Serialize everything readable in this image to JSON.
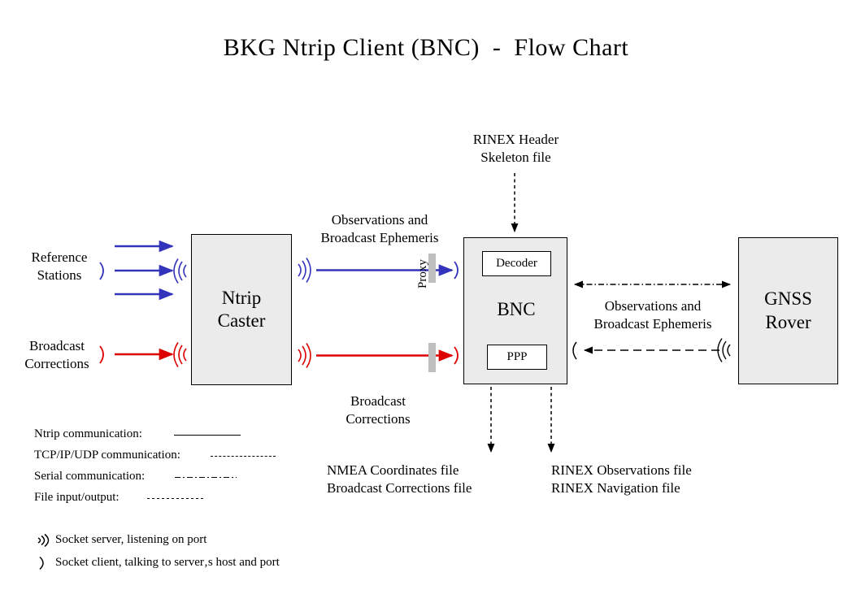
{
  "title": "BKG Ntrip Client (BNC)  -  Flow Chart",
  "nodes": {
    "ntrip_caster": {
      "line1": "Ntrip",
      "line2": "Caster"
    },
    "bnc": {
      "label": "BNC",
      "decoder": "Decoder",
      "ppp": "PPP"
    },
    "gnss_rover": {
      "line1": "GNSS",
      "line2": "Rover"
    }
  },
  "labels": {
    "reference_stations": "Reference\nStations",
    "broadcast_corrections_left": "Broadcast\nCorrections",
    "observations_ephemeris_mid": "Observations and\nBroadcast Ephemeris",
    "broadcast_corrections_mid": "Broadcast\nCorrections",
    "rinex_header_skeleton": "RINEX Header\nSkeleton file",
    "observations_ephemeris_right": "Observations and\nBroadcast Ephemeris",
    "proxy": "Proxy",
    "nmea_output": "NMEA Coordinates file\nBroadcast Corrections file",
    "rinex_output": "RINEX Observations file\nRINEX Navigation file"
  },
  "legend": {
    "lines": [
      {
        "label": "Ntrip communication:",
        "style": "solid"
      },
      {
        "label": "TCP/IP/UDP communication:",
        "style": "dashed"
      },
      {
        "label": "Serial communication:",
        "style": "dash-dot"
      },
      {
        "label": "File input/output:",
        "style": "dotted"
      }
    ],
    "sockets": [
      {
        "icon": "socket-server-icon",
        "label": "Socket server, listening on port"
      },
      {
        "icon": "socket-client-icon",
        "label": "Socket client, talking to server‚s host and port"
      }
    ]
  },
  "colors": {
    "ntrip_blue": "#3333bb",
    "corrections_red": "#dd0000",
    "box_fill": "#ebebeb",
    "proxy_bar": "#bfbfbf",
    "stroke": "#000000"
  }
}
